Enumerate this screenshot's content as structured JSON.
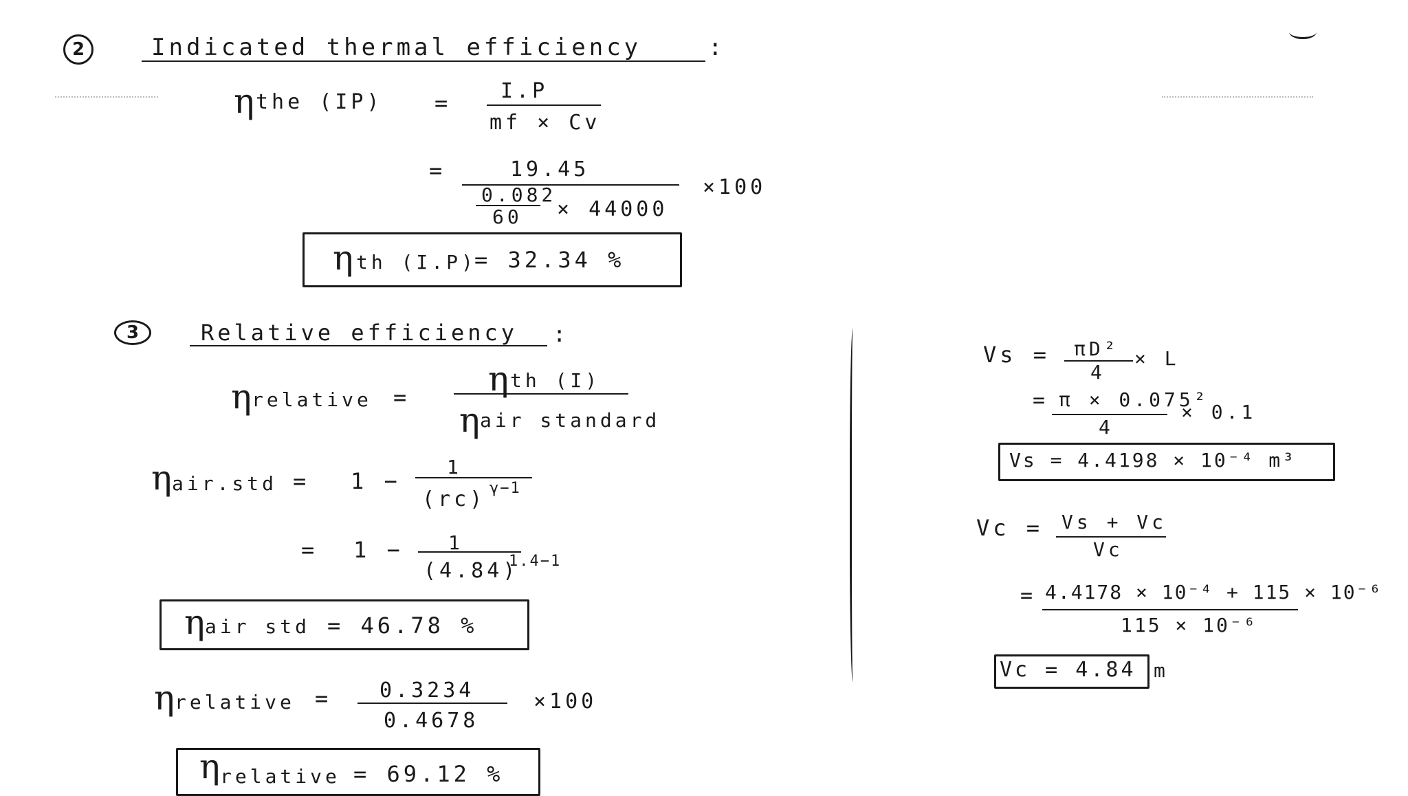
{
  "section2": {
    "number": "2",
    "heading": "Indicated   thermal   efficiency",
    "colon": ":",
    "eta": "η",
    "lhs": "the (IP)",
    "eq1": "=",
    "num1": "I.P",
    "den1": "mf × Cv",
    "eq2": "=",
    "num2": "19.45",
    "den2_num": "0.082",
    "den2_den": "60",
    "den2_mult": "× 44000",
    "mult100": "×100",
    "result_lhs": "th (I.P)",
    "result": "=  32.34 %"
  },
  "section3": {
    "number": "3",
    "heading": "Relative   efficiency",
    "colon": ":",
    "rel_lhs": "relative",
    "eq": "=",
    "rel_num": "th (I)",
    "rel_den": "air standard",
    "air_lhs": "air.std",
    "air_eq": "=",
    "air_rhs": "1 −",
    "air_num": "1",
    "air_den_base": "(rc)",
    "air_den_exp": "γ−1",
    "air_eq2": "=",
    "air_rhs2": "1 −",
    "air_num2": "1",
    "air_den2_base": "(4.84)",
    "air_den2_exp": "1.4−1",
    "air_result_lhs": "air std",
    "air_result": "=  46.78 %",
    "rel2_lhs": "relative",
    "rel2_eq": "=",
    "rel2_num": "0.3234",
    "rel2_den": "0.4678",
    "rel2_mult": "×100",
    "rel_result_lhs": "relative",
    "rel_result": "=  69.12 %"
  },
  "side": {
    "vs_lhs": "Vs =",
    "vs_num": "πD²",
    "vs_den": "4",
    "vs_mult": "× L",
    "vs_eq2": "=",
    "vs_num2": "π × 0.075²",
    "vs_den2": "4",
    "vs_mult2": "× 0.1",
    "vs_result": "Vs = 4.4198 × 10⁻⁴ m³",
    "vc_lhs": "Vc =",
    "vc_num": "Vs + Vc",
    "vc_den": "Vc",
    "vc_eq2": "=",
    "vc_num2": "4.4178 × 10⁻⁴ + 115 × 10⁻⁶",
    "vc_den2": "115 × 10⁻⁶",
    "vc_result": "Vc = 4.84",
    "vc_unit": "m"
  }
}
